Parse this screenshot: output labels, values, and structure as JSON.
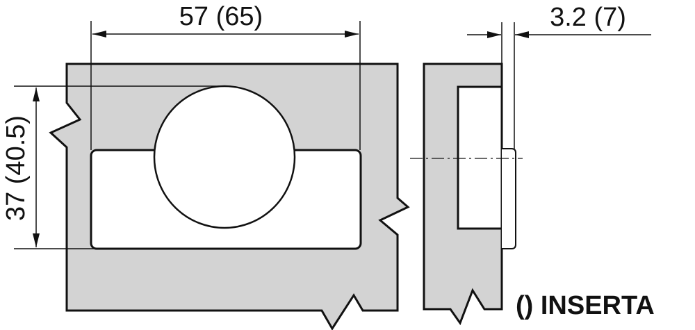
{
  "diagram": {
    "width_dimension": "57 (65)",
    "height_dimension": "37 (40.5)",
    "offset_dimension": "3.2 (7)",
    "legend_label": "() INSERTA",
    "colors": {
      "material": "#d3d3d3",
      "line": "#111111",
      "background": "#ffffff"
    }
  }
}
